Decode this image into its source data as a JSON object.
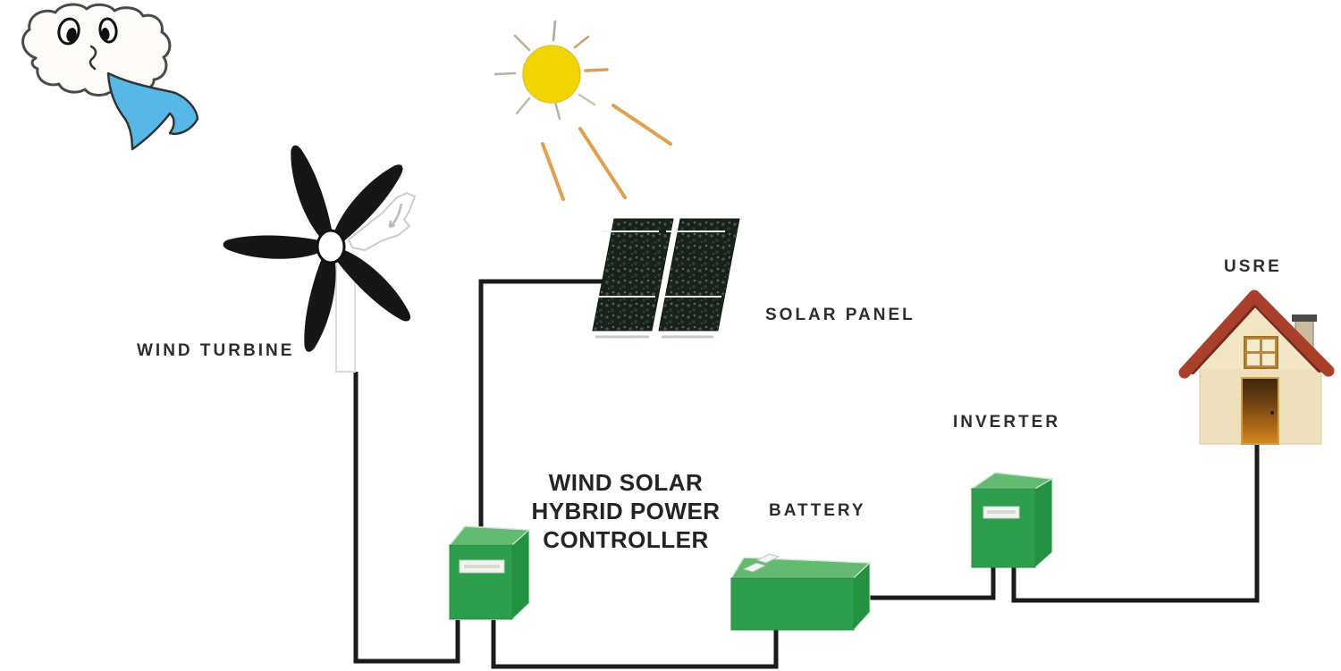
{
  "diagram": {
    "type": "wind-solar-hybrid-power-system",
    "background": "#ffffff",
    "labels": {
      "wind_turbine": "WIND TURBINE",
      "solar_panel": "SOLAR PANEL",
      "battery": "BATTERY",
      "inverter": "INVERTER",
      "user": "USRE",
      "controller": {
        "line1": "WIND SOLAR",
        "line2": "HYBRID POWER",
        "line3": "CONTROLLER"
      }
    },
    "icons": [
      {
        "name": "wind-cloud-icon",
        "meaning": "cloud with face blowing a blue wind gust"
      },
      {
        "name": "sun-icon",
        "meaning": "yellow sun with rays shining toward the solar panel"
      },
      {
        "name": "wind-turbine-icon",
        "meaning": "five-blade wind turbine on a pole"
      },
      {
        "name": "solar-panel-icon",
        "meaning": "two tilted photovoltaic panels"
      },
      {
        "name": "controller-box-icon",
        "meaning": "green wind/solar hybrid power controller box"
      },
      {
        "name": "battery-box-icon",
        "meaning": "green battery block with two terminals"
      },
      {
        "name": "inverter-box-icon",
        "meaning": "green inverter box"
      },
      {
        "name": "house-icon",
        "meaning": "end-user house with red roof, window, door and chimney"
      }
    ],
    "connections": [
      {
        "from": "wind-turbine",
        "to": "controller"
      },
      {
        "from": "solar-panel",
        "to": "controller"
      },
      {
        "from": "controller",
        "to": "battery"
      },
      {
        "from": "battery",
        "to": "inverter"
      },
      {
        "from": "inverter",
        "to": "house"
      }
    ],
    "colors": {
      "device_green_front": "#2d9e4b",
      "device_green_top": "#63bb72",
      "device_green_side": "#23913f",
      "wire_black": "#1b1b1b",
      "sun_yellow": "#f1d503",
      "ray_orange": "#dfa150",
      "wind_blue": "#57b8e8",
      "panel_dark": "#18221a",
      "roof_red": "#a8402c",
      "wall_cream": "#eee0bc",
      "door_brown": "#8a5518",
      "label_text": "#2d2d2d"
    }
  }
}
